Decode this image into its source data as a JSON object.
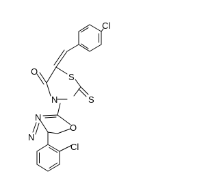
{
  "diagram": {
    "atom_labels": {
      "cl_top": "Cl",
      "oxygen_carbonyl": "O",
      "sulfur_ring": "S",
      "nitrogen_ring": "N",
      "sulfur_thione": "S",
      "nitrogen_oxadiazole_upper": "N",
      "nitrogen_oxadiazole_lower": "N",
      "oxygen_oxadiazole": "O",
      "cl_bottom": "Cl"
    }
  }
}
